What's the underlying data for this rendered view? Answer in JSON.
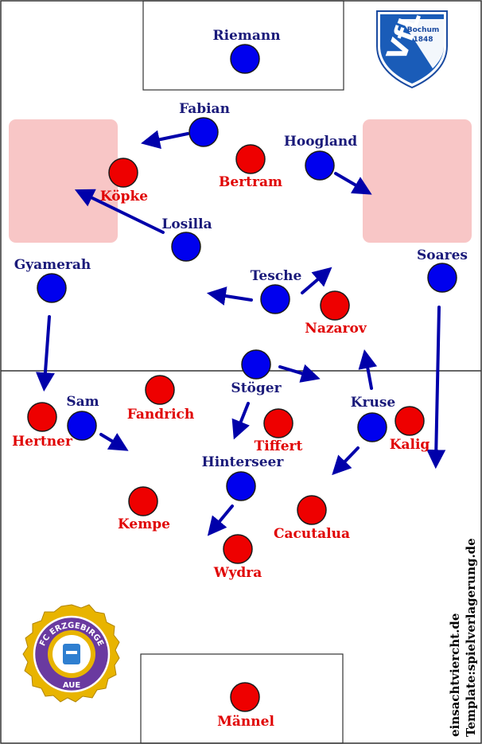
{
  "teams": {
    "blue": {
      "color": "#0000ee",
      "label_color": "#1a1a7a"
    },
    "red": {
      "color": "#ee0000",
      "label_color": "#e00000"
    }
  },
  "players": {
    "riemann": "Riemann",
    "fabian": "Fabian",
    "hoogland": "Hoogland",
    "losilla": "Losilla",
    "gyamerah": "Gyamerah",
    "tesche": "Tesche",
    "soares": "Soares",
    "stoger": "Stöger",
    "sam": "Sam",
    "kruse": "Kruse",
    "hinterseer": "Hinterseer",
    "kopke": "Köpke",
    "bertram": "Bertram",
    "nazarov": "Nazarov",
    "fandrich": "Fandrich",
    "hertner": "Hertner",
    "tiffert": "Tiffert",
    "kalig": "Kalig",
    "kempe": "Kempe",
    "cacutalua": "Cacutalua",
    "wydra": "Wydra",
    "mannel": "Männel"
  },
  "logos": {
    "bochum": {
      "text": "Bochum",
      "year": "1848",
      "letters": "VfL"
    },
    "aue": {
      "top": "FC ERZGEBIRGE",
      "bottom": "AUE"
    }
  },
  "credits": {
    "line1": "einsachtviercht.de",
    "line2": "Template:spielverlagerung.de"
  }
}
